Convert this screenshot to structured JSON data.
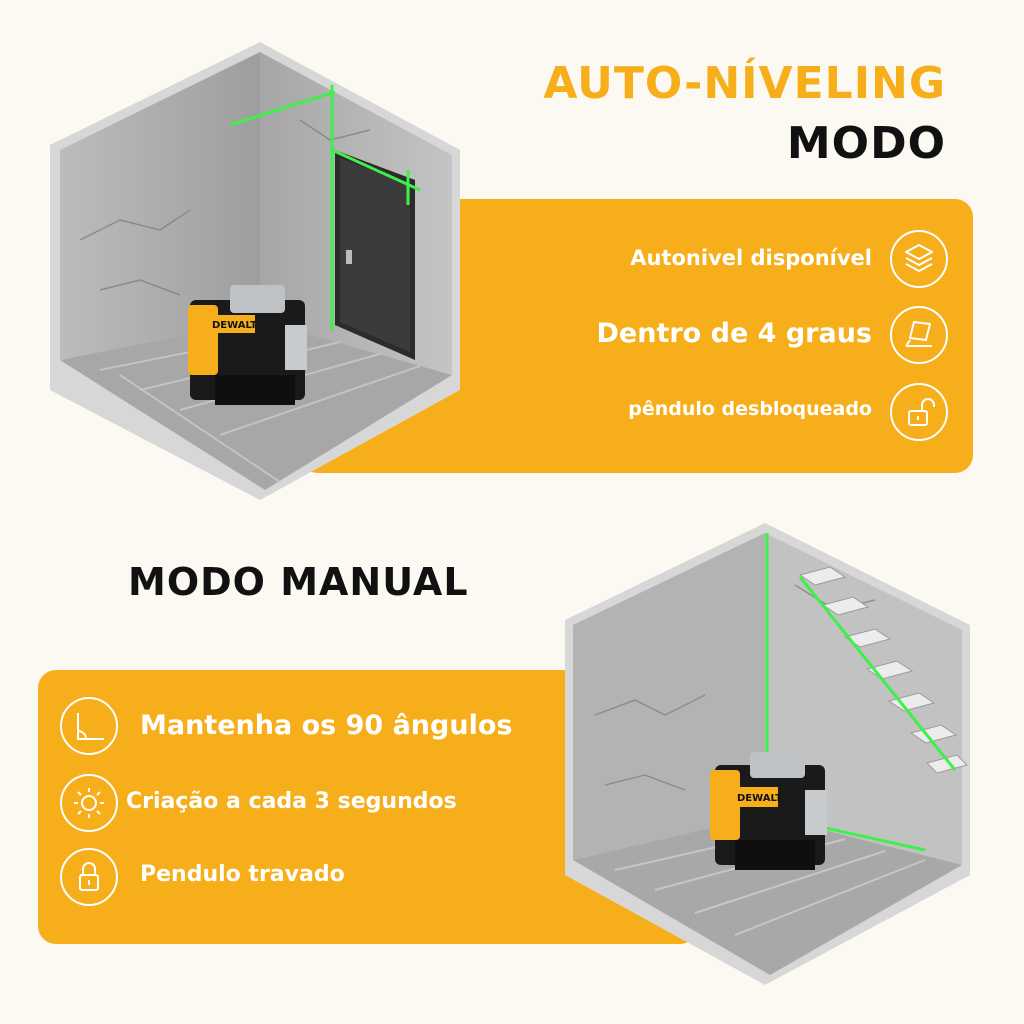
{
  "colors": {
    "accent": "#f6ae1a",
    "dark": "#111111",
    "laser": "#3ef04a",
    "background": "#fbf9f1"
  },
  "auto_section": {
    "title_line1": "AUTO-NÍVELING",
    "title_line2": "MODO",
    "features": [
      {
        "label": "Autonivel disponível",
        "icon": "layers-icon"
      },
      {
        "label": "Dentro de 4 graus",
        "icon": "laptop-tilt-icon"
      },
      {
        "label": "pêndulo desbloqueado",
        "icon": "unlocked-padlock-icon"
      }
    ]
  },
  "manual_section": {
    "title": "MODO MANUAL",
    "features": [
      {
        "label": "Mantenha os 90 ângulos",
        "icon": "right-angle-icon"
      },
      {
        "label": "Criação a cada 3 segundos",
        "icon": "sun-icon"
      },
      {
        "label": "Pendulo travado",
        "icon": "locked-padlock-icon"
      }
    ]
  },
  "product": {
    "brand": "DEWALT"
  }
}
